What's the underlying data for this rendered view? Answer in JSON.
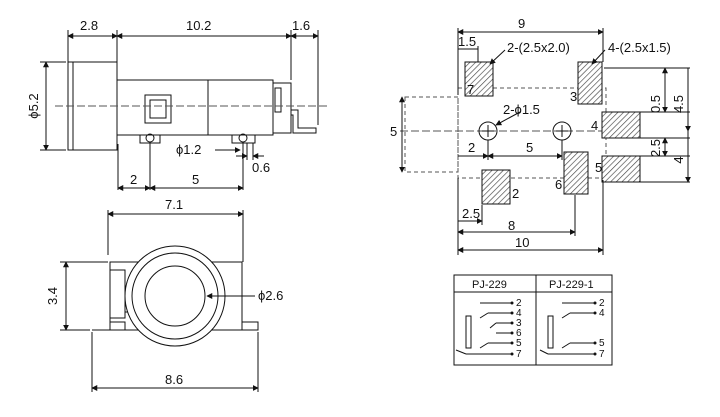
{
  "side_view": {
    "dims": {
      "left": "2.8",
      "middle": "10.2",
      "right": "1.6",
      "diameter": "ϕ5.2",
      "hole": "ϕ1.2",
      "pin": "0.6",
      "bottom_a": "2",
      "bottom_b": "5"
    }
  },
  "front_view": {
    "dims": {
      "top": "7.1",
      "height": "3.4",
      "diameter": "ϕ2.6",
      "bottom": "8.6"
    }
  },
  "footprint": {
    "dims": {
      "top": "9",
      "small": "1.5",
      "pad_a": "2-(2.5x2.0)",
      "pad_b": "4-(2.5x1.5)",
      "holes": "2-ϕ1.5",
      "left": "5",
      "hole_gap_a": "2",
      "hole_gap_b": "5",
      "r1": "0.5",
      "r2": "4.5",
      "r3": "2.5",
      "r4": "4",
      "b1": "2.5",
      "b2": "8",
      "b3": "10"
    },
    "pin_labels": [
      "7",
      "3",
      "4",
      "5",
      "6",
      "2"
    ]
  },
  "schematic": {
    "headers": [
      "PJ-229",
      "PJ-229-1"
    ],
    "left_pins": [
      "2",
      "4",
      "3",
      "6",
      "5",
      "7"
    ],
    "right_pins": [
      "2",
      "4",
      "5",
      "7"
    ]
  },
  "colors": {
    "line": "#111111",
    "hatch": "#333333",
    "dash": "#555555"
  }
}
